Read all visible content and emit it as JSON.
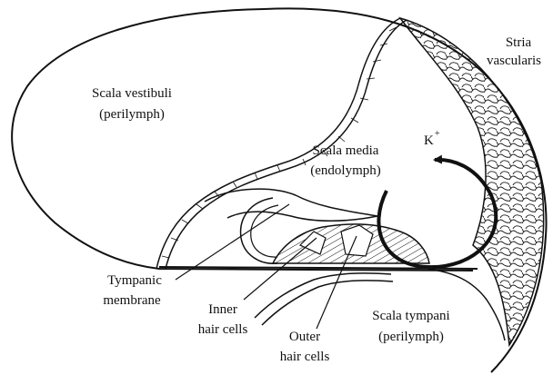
{
  "labels": {
    "scala_vestibuli": "Scala vestibuli",
    "scala_vestibuli_sub": "(perilymph)",
    "stria": "Stria",
    "stria_sub": "vascularis",
    "k_ion": "K",
    "k_charge": "+",
    "scala_media": "Scala media",
    "scala_media_sub": "(endolymph)",
    "tympanic": "Tympanic",
    "tympanic_sub": "membrane",
    "inner": "Inner",
    "inner_sub": "hair cells",
    "outer": "Outer",
    "outer_sub": "hair cells",
    "scala_tympani": "Scala tympani",
    "scala_tympani_sub": "(perilymph)"
  },
  "colors": {
    "line": "#111111",
    "background": "#ffffff"
  }
}
